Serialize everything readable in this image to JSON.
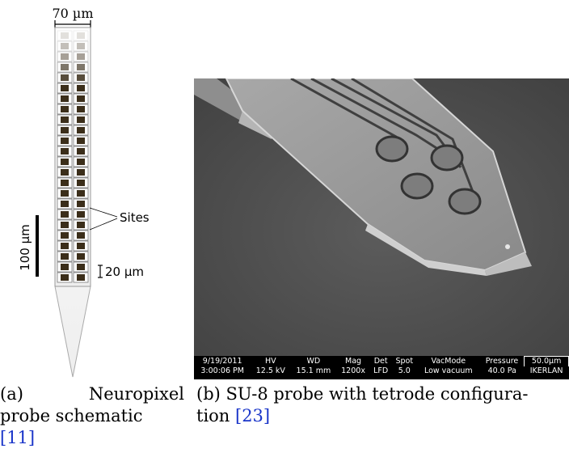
{
  "figure_a": {
    "width_label": "70 µm",
    "sites_label": "Sites",
    "scale_label": "100 µm",
    "pitch_label": "20 µm"
  },
  "figure_b": {
    "databar": {
      "headers": [
        "HV",
        "WD",
        "Mag",
        "Det",
        "Spot",
        "VacMode",
        "Pressure",
        "50.0µm"
      ],
      "date": "9/19/2011",
      "time": "3:00:06 PM",
      "values": [
        "12.5 kV",
        "15.1 mm",
        "1200x",
        "LFD",
        "5.0",
        "Low vacuum",
        "40.0 Pa",
        "IKERLAN"
      ]
    }
  },
  "captions": {
    "a": {
      "line1_label": "(a)",
      "line1_word": "Neuropixel",
      "line2": "probe schematic",
      "ref": "[11]"
    },
    "b": {
      "line1": "(b) SU-8 probe with tetrode configura-",
      "line2_prefix": "tion ",
      "ref": "[23]"
    }
  }
}
